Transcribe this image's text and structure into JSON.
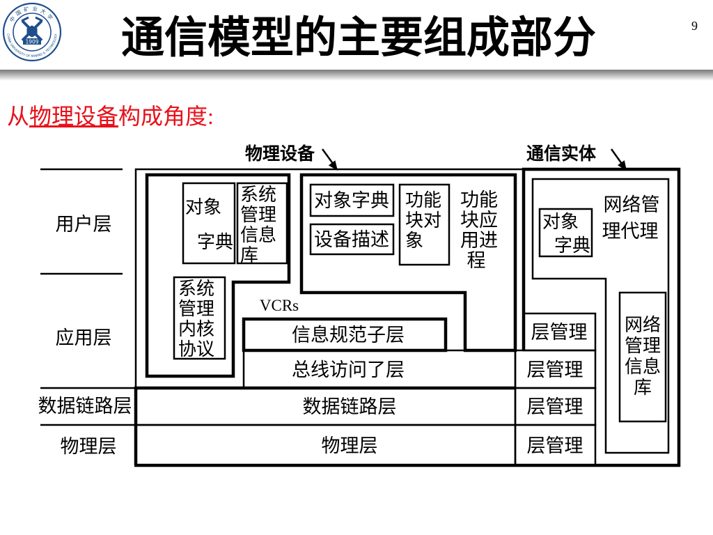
{
  "header": {
    "title": "通信模型的主要组成部分",
    "page_number": "9",
    "logo": {
      "year": "1909",
      "ring_text": "CHINA UNIVERSITY OF MINING & TECHNOLOGY",
      "ring_text_cn": "中国矿业大学"
    }
  },
  "subtitle": {
    "prefix": "从",
    "underlined": "物理设备",
    "suffix": "构成角度:"
  },
  "colors": {
    "subtitle": "#e8101a",
    "logo": "#1f4e8c",
    "header_bar": "#8c8c8c"
  },
  "diagram": {
    "physical_device_label": "物理设备",
    "communication_entity_label": "通信实体",
    "layers": {
      "user": "用户层",
      "application": "应用层",
      "data_link": "数据链路层",
      "physical": "物理层"
    },
    "system_management": {
      "object_dictionary": [
        "对象",
        "字典"
      ],
      "smib": [
        "系统",
        "管理",
        "信息",
        "库"
      ],
      "kernel_protocol": [
        "系统",
        "管理",
        "内核",
        "协议"
      ]
    },
    "function_block": {
      "object_dictionary": "对象字典",
      "device_description": "设备描述",
      "fb_object": [
        "功能",
        "块对",
        "象"
      ],
      "fb_application": [
        "功能",
        "块应",
        "用进",
        "程"
      ]
    },
    "vcrs": "VCRs",
    "stack": {
      "fms": "信息规范子层",
      "fas": "总线访问了层",
      "data_link": "数据链路层",
      "physical": "物理层"
    },
    "layer_management": [
      "层管理",
      "层管理",
      "层管理",
      "层管理"
    ],
    "network_management": {
      "agent": [
        "网络管",
        "理代理"
      ],
      "object_dictionary": [
        "对象",
        "字典"
      ],
      "nmib": [
        "网络",
        "管理",
        "信息",
        "库"
      ]
    }
  }
}
